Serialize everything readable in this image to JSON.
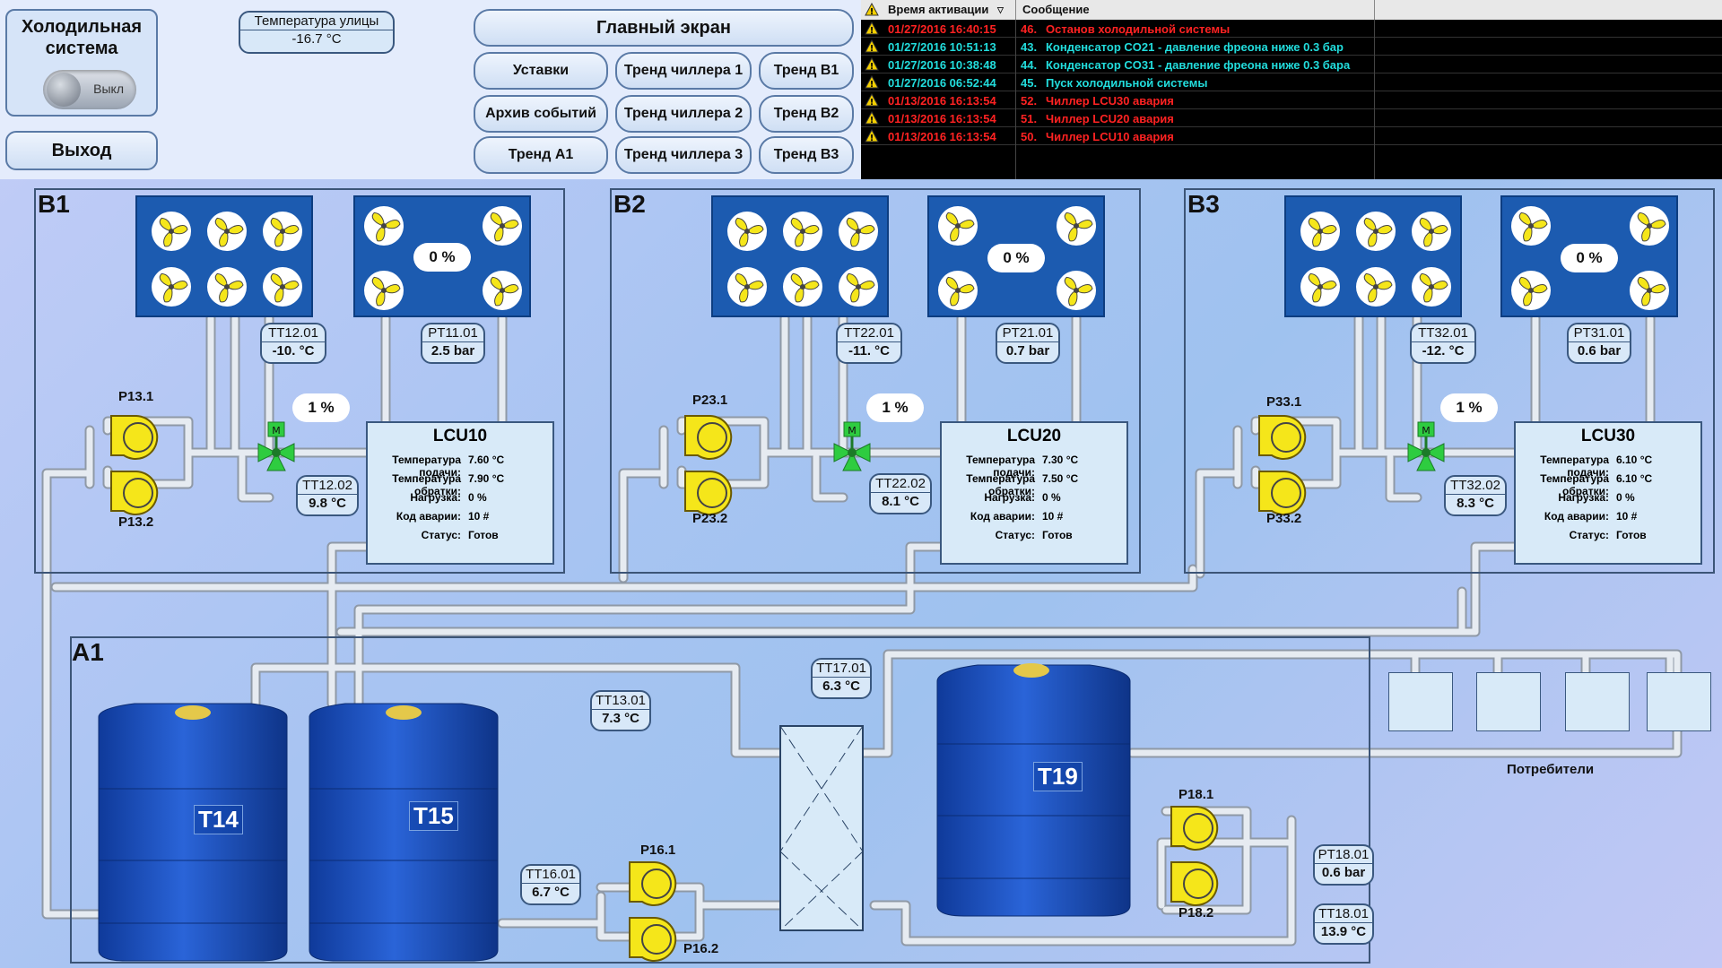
{
  "header": {
    "system_title": "Холодильная система",
    "toggle_label": "Выкл",
    "exit_label": "Выход",
    "street_temp_label": "Температура улицы",
    "street_temp_value": "-16.7 °C"
  },
  "nav": {
    "main_screen": "Главный экран",
    "settings": "Уставки",
    "trend_chiller1": "Тренд чиллера 1",
    "trend_b1": "Тренд B1",
    "event_archive": "Архив событий",
    "trend_chiller2": "Тренд чиллера 2",
    "trend_b2": "Тренд B2",
    "trend_a1": "Тренд A1",
    "trend_chiller3": "Тренд чиллера 3",
    "trend_b3": "Тренд B3"
  },
  "alarms": {
    "col_time": "Время активации",
    "col_message": "Сообщение",
    "rows": [
      {
        "time": "01/27/2016 16:40:15",
        "num": "46.",
        "message": "Останов холодильной системы",
        "color": "#ff2222"
      },
      {
        "time": "01/27/2016 10:51:13",
        "num": "43.",
        "message": "Конденсатор CO21 - давление фреона ниже 0.3 бар",
        "color": "#22dddd"
      },
      {
        "time": "01/27/2016 10:38:48",
        "num": "44.",
        "message": "Конденсатор CO31 - давление фреона ниже 0.3 бара",
        "color": "#22dddd"
      },
      {
        "time": "01/27/2016 06:52:44",
        "num": "45.",
        "message": "Пуск холодильной системы",
        "color": "#22dddd"
      },
      {
        "time": "01/13/2016 16:13:54",
        "num": "52.",
        "message": "Чиллер LCU30 авария",
        "color": "#ff2222"
      },
      {
        "time": "01/13/2016 16:13:54",
        "num": "51.",
        "message": "Чиллер LCU20 авария",
        "color": "#ff2222"
      },
      {
        "time": "01/13/2016 16:13:54",
        "num": "50.",
        "message": "Чиллер LCU10 авария",
        "color": "#ff2222"
      }
    ]
  },
  "sections": {
    "b1": {
      "label": "B1",
      "cond_pct": "0   %",
      "valve_pct": "1   %",
      "tt_top": {
        "name": "TT12.01",
        "value": "-10. °C"
      },
      "pt": {
        "name": "PT11.01",
        "value": "2.5  bar"
      },
      "tt_bot": {
        "name": "TT12.02",
        "value": "9.8  °C"
      },
      "pump1": "P13.1",
      "pump2": "P13.2",
      "lcu": {
        "name": "LCU10",
        "supply_label": "Температура подачи:",
        "supply": "7.60 °C",
        "return_label": "Температура обратки:",
        "return": "7.90 °C",
        "load_label": "Нагрузка:",
        "load": "0    %",
        "fault_label": "Код аварии:",
        "fault": "10   #",
        "status_label": "Статус:",
        "status": "Готов"
      }
    },
    "b2": {
      "label": "B2",
      "cond_pct": "0   %",
      "valve_pct": "1   %",
      "tt_top": {
        "name": "TT22.01",
        "value": "-11. °C"
      },
      "pt": {
        "name": "PT21.01",
        "value": "0.7  bar"
      },
      "tt_bot": {
        "name": "TT22.02",
        "value": "8.1  °C"
      },
      "pump1": "P23.1",
      "pump2": "P23.2",
      "lcu": {
        "name": "LCU20",
        "supply_label": "Температура подачи:",
        "supply": "7.30 °C",
        "return_label": "Температура обратки:",
        "return": "7.50 °C",
        "load_label": "Нагрузка:",
        "load": "0    %",
        "fault_label": "Код аварии:",
        "fault": "10   #",
        "status_label": "Статус:",
        "status": "Готов"
      }
    },
    "b3": {
      "label": "B3",
      "cond_pct": "0   %",
      "valve_pct": "1   %",
      "tt_top": {
        "name": "TT32.01",
        "value": "-12. °C"
      },
      "pt": {
        "name": "PT31.01",
        "value": "0.6  bar"
      },
      "tt_bot": {
        "name": "TT32.02",
        "value": "8.3  °C"
      },
      "pump1": "P33.1",
      "pump2": "P33.2",
      "lcu": {
        "name": "LCU30",
        "supply_label": "Температура подачи:",
        "supply": "6.10 °C",
        "return_label": "Температура обратки:",
        "return": "6.10 °C",
        "load_label": "Нагрузка:",
        "load": "0    %",
        "fault_label": "Код аварии:",
        "fault": "10   #",
        "status_label": "Статус:",
        "status": "Готов"
      }
    },
    "a1": {
      "label": "A1",
      "tanks": {
        "t14": "T14",
        "t15": "T15",
        "t19": "T19"
      },
      "tt1301": {
        "name": "TT13.01",
        "value": "7.3   °C"
      },
      "tt1701": {
        "name": "TT17.01",
        "value": "6.3   °C"
      },
      "tt1601": {
        "name": "TT16.01",
        "value": "6.7   °C"
      },
      "pt1801": {
        "name": "PT18.01",
        "value": "0.6   bar"
      },
      "tt1801": {
        "name": "TT18.01",
        "value": "13.9 °C"
      },
      "pumps": {
        "p161": "P16.1",
        "p162": "P16.2",
        "p181": "P18.1",
        "p182": "P18.2"
      },
      "consumers_label": "Потребители"
    }
  },
  "colors": {
    "pipe": "#c8d0da",
    "fan_box": "#1c5bb0",
    "fan_blade": "#f5e61a",
    "valve": "#2ecc40",
    "tank": "#1a4fc0"
  }
}
